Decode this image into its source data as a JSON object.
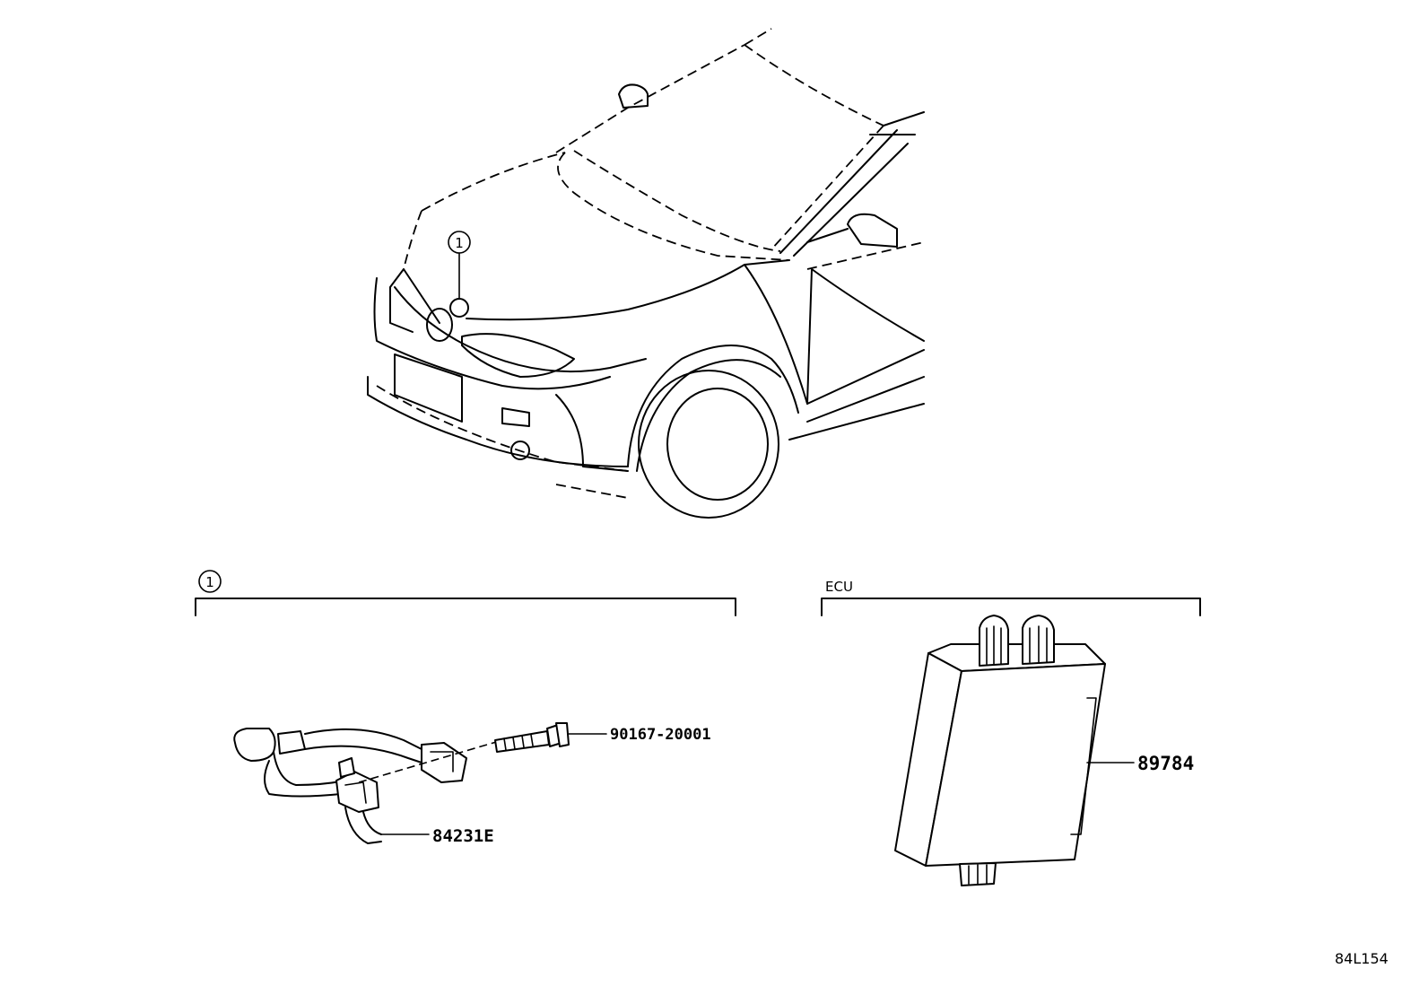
{
  "callouts": {
    "ref_number": "1",
    "group_ref_number": "1"
  },
  "groups": {
    "ecu_label": "ECU"
  },
  "parts": {
    "bolt": "90167-20001",
    "sensor_wire": "84231E",
    "ecu_module": "89784"
  },
  "drawing_id": "84L154"
}
